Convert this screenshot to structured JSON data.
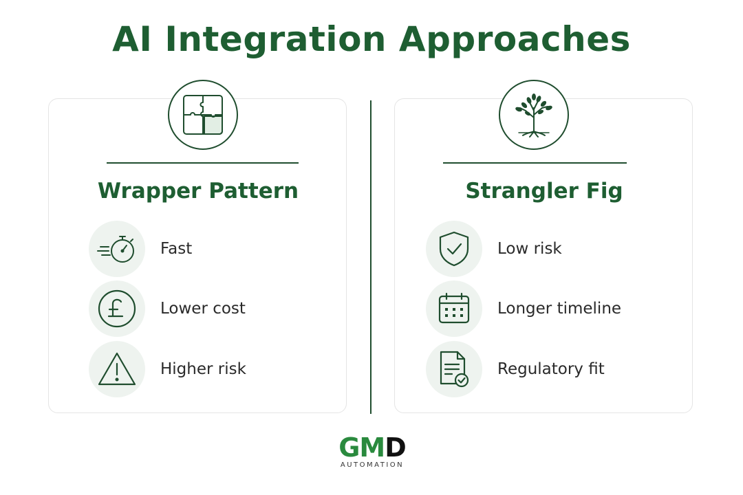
{
  "title": "AI Integration Approaches",
  "left": {
    "title": "Wrapper Pattern",
    "icon": "puzzle-icon",
    "features": [
      {
        "label": "Fast",
        "icon": "stopwatch-icon"
      },
      {
        "label": "Lower cost",
        "icon": "pound-icon"
      },
      {
        "label": "Higher risk",
        "icon": "warning-icon"
      }
    ]
  },
  "right": {
    "title": "Strangler Fig",
    "icon": "tree-icon",
    "features": [
      {
        "label": "Low risk",
        "icon": "shield-check-icon"
      },
      {
        "label": "Longer timeline",
        "icon": "calendar-icon"
      },
      {
        "label": "Regulatory fit",
        "icon": "document-check-icon"
      }
    ]
  },
  "logo": {
    "brand_gm": "GM",
    "brand_d": "D",
    "tagline": "AUTOMATION"
  },
  "colors": {
    "primary": "#1e5e32",
    "icon_stroke": "#1f4d2e",
    "icon_bg": "#eef3ef",
    "logo_green": "#2a8a3e"
  }
}
